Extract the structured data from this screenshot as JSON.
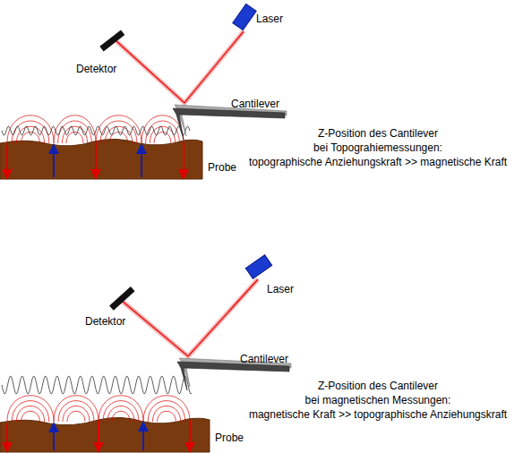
{
  "diagram": {
    "labels": [
      "Laser",
      "Detektor",
      "Cantilever",
      "Z-Position des Cantilever",
      "bei Topograhiemessungen:",
      "topographische Anziehungskraft >> magnetische Kraft",
      "Probe",
      "Laser",
      "Detektor",
      "Cantilever",
      "Z-Position des Cantilever",
      "bei magnetischen Messungen:",
      "magnetische Kraft >> topographische Anziehungskraft",
      "Probe"
    ]
  }
}
